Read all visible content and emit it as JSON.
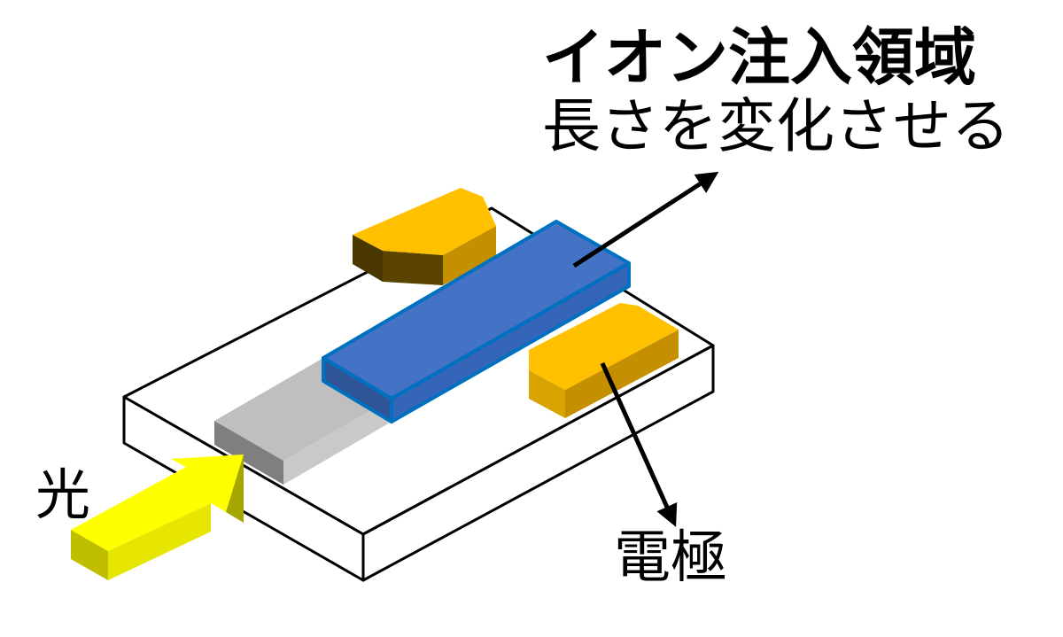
{
  "labels": {
    "ion_region_title": "イオン注入領域",
    "ion_region_subtitle": "長さを変化させる",
    "light": "光",
    "electrode": "電極"
  },
  "colors": {
    "substrate": "#ffffff",
    "outline": "#000000",
    "ion_region_top": "#4472c4",
    "ion_region_edge": "#0070c0",
    "ion_region_side": "#2f5597",
    "waveguide_top": "#bfbfbf",
    "waveguide_front": "#7f7f7f",
    "electrode_top": "#ffc000",
    "electrode_side": "#c49000",
    "electrode_dark": "#4a3800",
    "light_arrow": "#ffff00",
    "light_arrow_side": "#bfbf00",
    "pointer_arrow": "#000000"
  }
}
